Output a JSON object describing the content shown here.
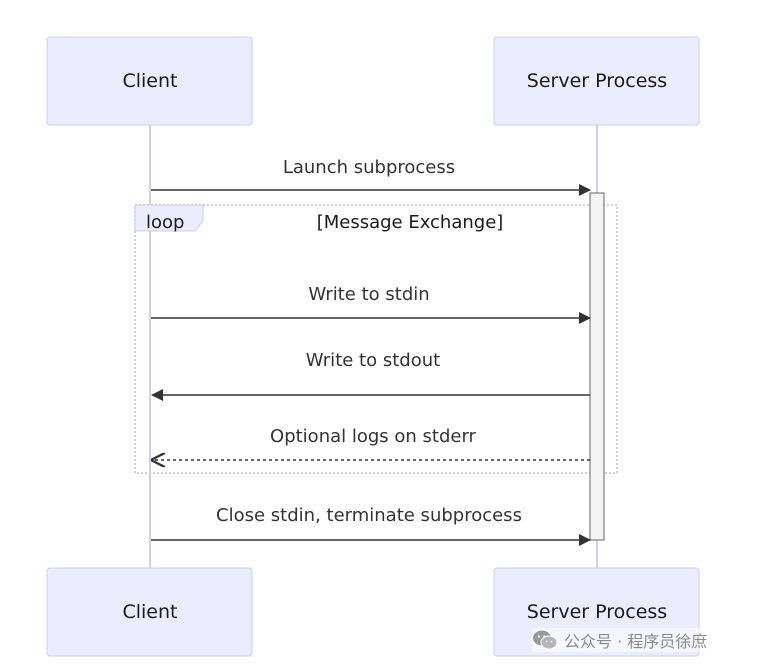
{
  "actors": [
    {
      "id": "client",
      "label": "Client"
    },
    {
      "id": "server",
      "label": "Server Process"
    }
  ],
  "loop": {
    "keyword": "loop",
    "condition": "[Message Exchange]"
  },
  "messages": [
    {
      "label": "Launch subprocess",
      "from": "client",
      "to": "server",
      "style": "solid"
    },
    {
      "label": "Write to stdin",
      "from": "client",
      "to": "server",
      "style": "solid"
    },
    {
      "label": "Write to stdout",
      "from": "server",
      "to": "client",
      "style": "solid"
    },
    {
      "label": "Optional logs on stderr",
      "from": "server",
      "to": "client",
      "style": "dashed"
    },
    {
      "label": "Close stdin, terminate subprocess",
      "from": "client",
      "to": "server",
      "style": "solid"
    }
  ],
  "watermark": {
    "icon": "wechat-icon",
    "text": "公众号 · 程序员徐庶"
  },
  "colors": {
    "actor_fill": "#ECECFF",
    "actor_stroke": "#CCCCFF",
    "lifeline": "#D4CCF5",
    "message": "#333333"
  }
}
